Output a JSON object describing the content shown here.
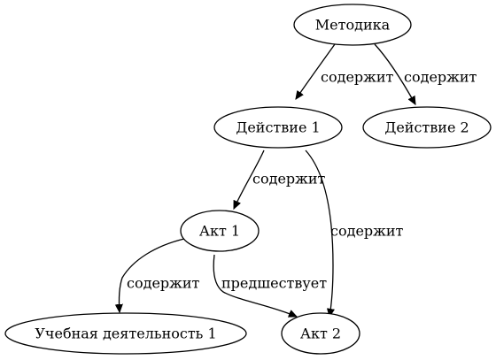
{
  "nodes": {
    "metodika": "Методика",
    "action1": "Действие 1",
    "action2": "Действие 2",
    "act1": "Акт 1",
    "act2": "Акт 2",
    "study": "Учебная деятельность 1"
  },
  "edges": [
    {
      "from": "Методика",
      "to": "Действие 1",
      "label": "содержит"
    },
    {
      "from": "Методика",
      "to": "Действие 2",
      "label": "содержит"
    },
    {
      "from": "Действие 1",
      "to": "Акт 1",
      "label": "содержит"
    },
    {
      "from": "Действие 1",
      "to": "Акт 2",
      "label": "содержит"
    },
    {
      "from": "Акт 1",
      "to": "Учебная деятельность 1",
      "label": "содержит"
    },
    {
      "from": "Акт 1",
      "to": "Акт 2",
      "label": "предшествует"
    }
  ]
}
